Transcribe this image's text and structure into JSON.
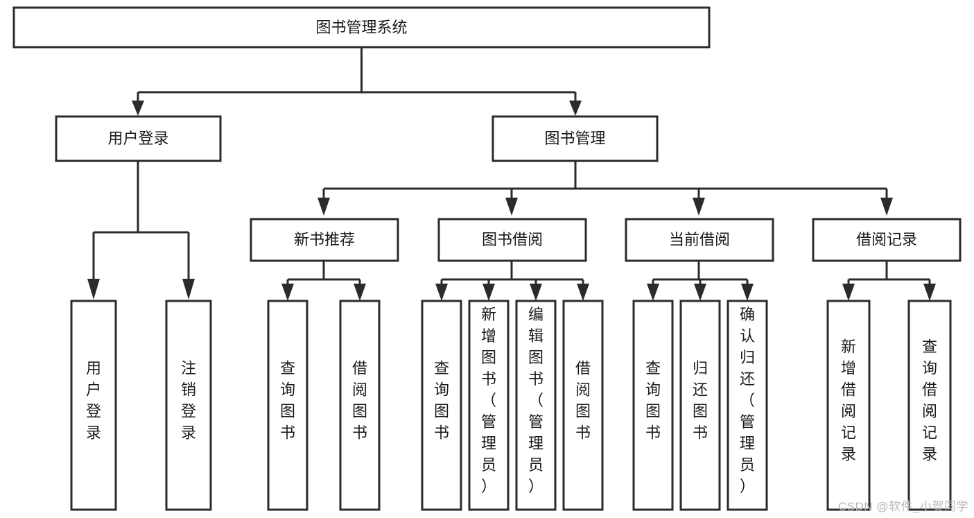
{
  "diagram": {
    "type": "tree-hierarchy",
    "title": "图书管理系统",
    "orientation": "top-down",
    "watermark": "CSDN @软件_小贺同学",
    "colors": {
      "stroke": "#2b2b2b",
      "fill": "#ffffff",
      "text": "#1a1a1a",
      "watermark": "#b9b9b9",
      "background": "#ffffff"
    },
    "nodes": {
      "root": {
        "label": "图书管理系统",
        "level": 0,
        "orientation": "horizontal"
      },
      "user_login": {
        "label": "用户登录",
        "level": 1,
        "orientation": "horizontal"
      },
      "book_mgmt": {
        "label": "图书管理",
        "level": 1,
        "orientation": "horizontal"
      },
      "new_book_rec": {
        "label": "新书推荐",
        "level": 2,
        "orientation": "horizontal"
      },
      "book_borrow": {
        "label": "图书借阅",
        "level": 2,
        "orientation": "horizontal"
      },
      "current_borrow": {
        "label": "当前借阅",
        "level": 2,
        "orientation": "horizontal"
      },
      "borrow_record": {
        "label": "借阅记录",
        "level": 2,
        "orientation": "horizontal"
      },
      "leaf_user_login": {
        "label": "用户登录",
        "level": 3,
        "orientation": "vertical"
      },
      "leaf_logout": {
        "label": "注销登录",
        "level": 3,
        "orientation": "vertical"
      },
      "leaf_query_book_1": {
        "label": "查询图书",
        "level": 3,
        "orientation": "vertical"
      },
      "leaf_borrow_book_1": {
        "label": "借阅图书",
        "level": 3,
        "orientation": "vertical"
      },
      "leaf_query_book_2": {
        "label": "查询图书",
        "level": 3,
        "orientation": "vertical"
      },
      "leaf_add_book": {
        "label": "新增图书（管理员）",
        "level": 3,
        "orientation": "vertical"
      },
      "leaf_edit_book": {
        "label": "编辑图书（管理员）",
        "level": 3,
        "orientation": "vertical"
      },
      "leaf_borrow_book_2": {
        "label": "借阅图书",
        "level": 3,
        "orientation": "vertical"
      },
      "leaf_query_book_3": {
        "label": "查询图书",
        "level": 3,
        "orientation": "vertical"
      },
      "leaf_return_book": {
        "label": "归还图书",
        "level": 3,
        "orientation": "vertical"
      },
      "leaf_confirm_return": {
        "label": "确认归还（管理员）",
        "level": 3,
        "orientation": "vertical"
      },
      "leaf_add_record": {
        "label": "新增借阅记录",
        "level": 3,
        "orientation": "vertical"
      },
      "leaf_query_record": {
        "label": "查询借阅记录",
        "level": 3,
        "orientation": "vertical"
      }
    },
    "edges": [
      {
        "from": "root",
        "to": "user_login"
      },
      {
        "from": "root",
        "to": "book_mgmt"
      },
      {
        "from": "book_mgmt",
        "to": "new_book_rec"
      },
      {
        "from": "book_mgmt",
        "to": "book_borrow"
      },
      {
        "from": "book_mgmt",
        "to": "current_borrow"
      },
      {
        "from": "book_mgmt",
        "to": "borrow_record"
      },
      {
        "from": "user_login",
        "to": "leaf_user_login"
      },
      {
        "from": "user_login",
        "to": "leaf_logout"
      },
      {
        "from": "new_book_rec",
        "to": "leaf_query_book_1"
      },
      {
        "from": "new_book_rec",
        "to": "leaf_borrow_book_1"
      },
      {
        "from": "book_borrow",
        "to": "leaf_query_book_2"
      },
      {
        "from": "book_borrow",
        "to": "leaf_add_book"
      },
      {
        "from": "book_borrow",
        "to": "leaf_edit_book"
      },
      {
        "from": "book_borrow",
        "to": "leaf_borrow_book_2"
      },
      {
        "from": "current_borrow",
        "to": "leaf_query_book_3"
      },
      {
        "from": "current_borrow",
        "to": "leaf_return_book"
      },
      {
        "from": "current_borrow",
        "to": "leaf_confirm_return"
      },
      {
        "from": "borrow_record",
        "to": "leaf_add_record"
      },
      {
        "from": "borrow_record",
        "to": "leaf_query_record"
      }
    ]
  }
}
